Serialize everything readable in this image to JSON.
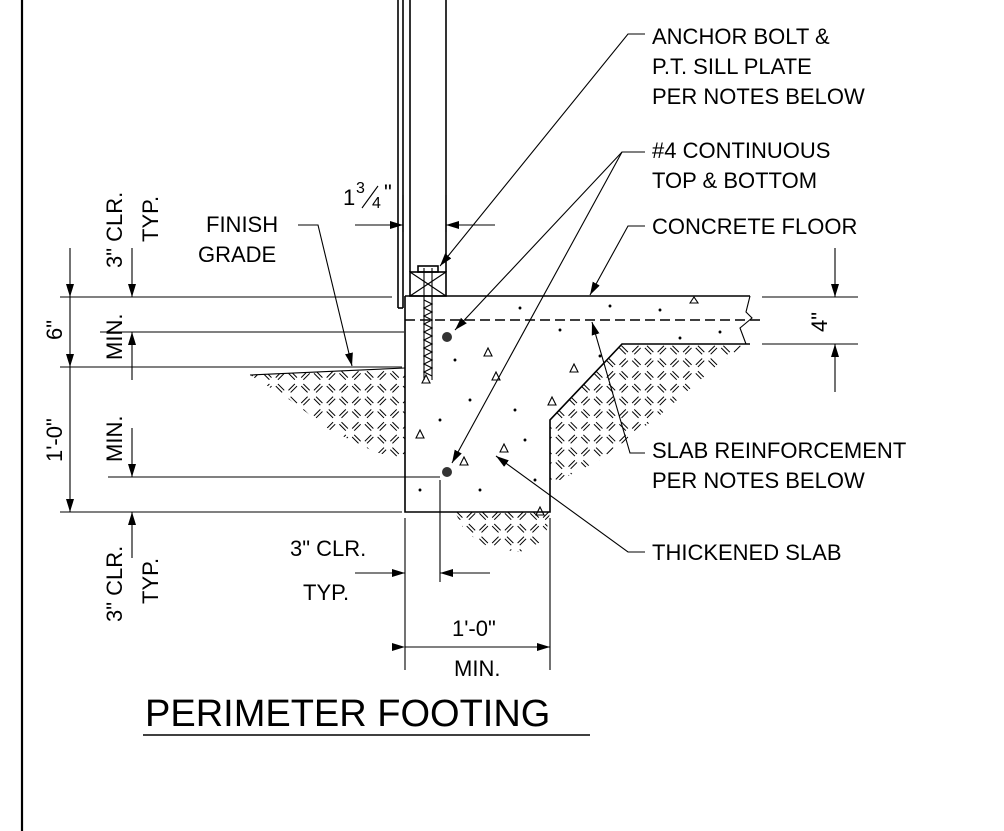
{
  "title": "PERIMETER FOOTING",
  "notes": {
    "anchor_bolt": [
      "ANCHOR BOLT &",
      "P.T. SILL PLATE",
      "PER NOTES BELOW"
    ],
    "rebar": [
      "#4 CONTINUOUS",
      "TOP & BOTTOM"
    ],
    "concrete_floor": "CONCRETE FLOOR",
    "finish_grade": [
      "FINISH",
      "GRADE"
    ],
    "slab_reinforcement": [
      "SLAB REINFORCEMENT",
      "PER NOTES BELOW"
    ],
    "thickened_slab": "THICKENED SLAB"
  },
  "dimensions": {
    "sheathing_whole": "1",
    "sheathing_num": "3",
    "sheathing_den": "4",
    "sheathing_inch": "\"",
    "top_clr": "3\" CLR.",
    "top_typ": "TYP.",
    "six": "6\"",
    "six_min": "MIN.",
    "one_foot": "1'-0\"",
    "one_foot_min": "MIN.",
    "bottom_clr": "3\" CLR.",
    "bottom_typ": "TYP.",
    "side_clr": "3\" CLR.",
    "side_typ": "TYP.",
    "width": "1'-0\"",
    "width_min": "MIN.",
    "slab": "4\""
  }
}
